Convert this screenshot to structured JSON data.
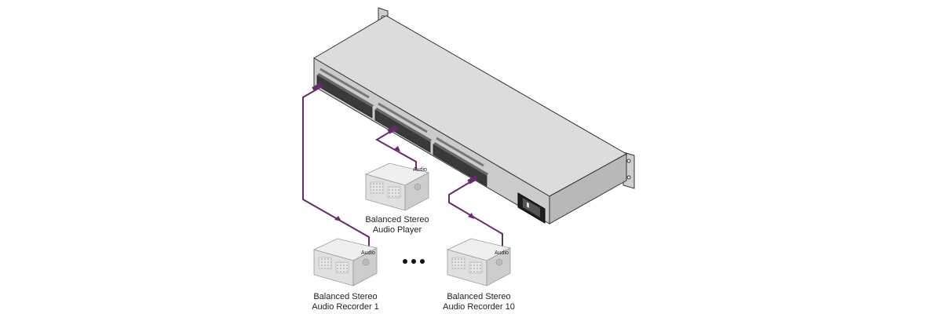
{
  "colors": {
    "cable": "#6b2a6e",
    "chassis_top": "#d9d9d9",
    "chassis_front": "#c9c9c9",
    "chassis_side": "#b5b5b5",
    "outline": "#333333",
    "device_fill": "#e3e3e3",
    "device_dark": "#c4c4c4"
  },
  "icons": [
    "rack-unit",
    "audio-device-icon",
    "power-inlet-icon",
    "ellipsis-dots"
  ],
  "devices": {
    "player": {
      "tag": "Audio",
      "line1": "Balanced Stereo",
      "line2": "Audio Player"
    },
    "recorder1": {
      "tag": "Audio",
      "line1": "Balanced Stereo",
      "line2": "Audio Recorder 1"
    },
    "recorder10": {
      "tag": "Audio",
      "line1": "Balanced Stereo",
      "line2": "Audio Recorder 10"
    }
  }
}
